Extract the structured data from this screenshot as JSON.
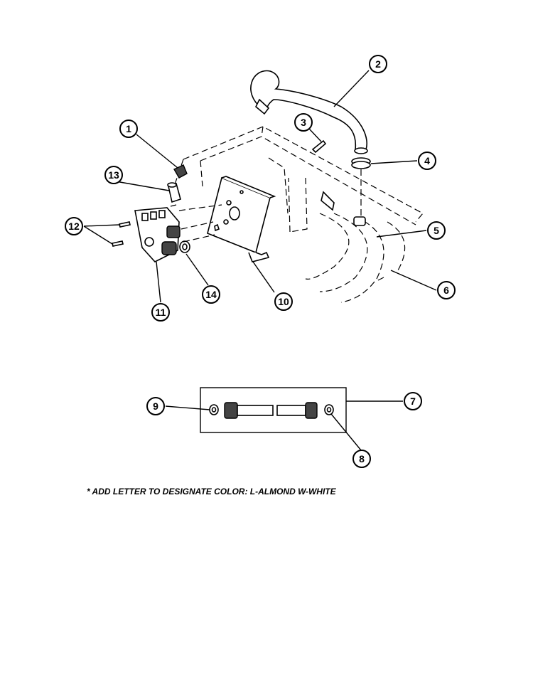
{
  "callouts": [
    {
      "id": "c1",
      "label": "1"
    },
    {
      "id": "c2",
      "label": "2"
    },
    {
      "id": "c3",
      "label": "3"
    },
    {
      "id": "c4",
      "label": "4"
    },
    {
      "id": "c5",
      "label": "5"
    },
    {
      "id": "c6",
      "label": "6"
    },
    {
      "id": "c7",
      "label": "7"
    },
    {
      "id": "c8",
      "label": "8"
    },
    {
      "id": "c9",
      "label": "9"
    },
    {
      "id": "c10",
      "label": "10"
    },
    {
      "id": "c11",
      "label": "11"
    },
    {
      "id": "c12",
      "label": "12"
    },
    {
      "id": "c13",
      "label": "13"
    },
    {
      "id": "c14",
      "label": "14"
    }
  ],
  "footnote": "* ADD LETTER TO DESIGNATE COLOR: L-ALMOND  W-WHITE"
}
